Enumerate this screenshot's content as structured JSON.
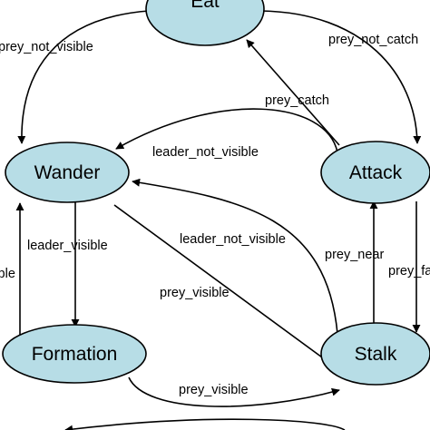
{
  "diagram": {
    "nodes": {
      "eat": "Eat",
      "wander": "Wander",
      "attack": "Attack",
      "formation": "Formation",
      "stalk": "Stalk"
    },
    "edges": {
      "eat_to_wander": "prey_not_visible",
      "eat_to_attack": "prey_not_catch",
      "attack_to_eat": "prey_catch",
      "attack_to_wander": "leader_not_visible",
      "wander_to_formation": "leader_visible",
      "formation_to_wander": "leader_not_visible",
      "stalk_to_wander": "leader_not_visible",
      "wander_to_stalk": "prey_visible",
      "stalk_to_attack": "prey_near",
      "attack_to_stalk": "prey_far",
      "formation_to_stalk": "prey_visible"
    }
  }
}
